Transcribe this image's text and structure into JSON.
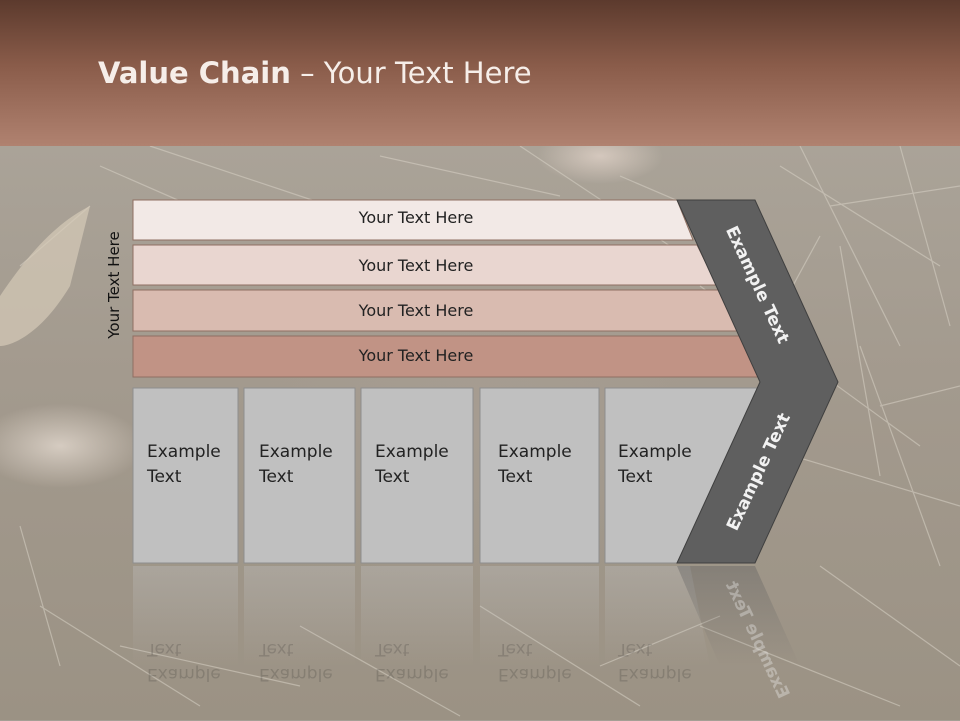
{
  "title": {
    "bold": "Value Chain",
    "rest": " – Your Text Here"
  },
  "side_label": "Your Text Here",
  "rows": [
    "Your Text Here",
    "Your Text Here",
    "Your Text Here",
    "Your Text Here"
  ],
  "columns": [
    {
      "line1": "Example",
      "line2": "Text"
    },
    {
      "line1": "Example",
      "line2": "Text"
    },
    {
      "line1": "Example",
      "line2": "Text"
    },
    {
      "line1": "Example",
      "line2": "Text"
    },
    {
      "line1": "Example",
      "line2": "Text"
    }
  ],
  "arrow": {
    "top": "Example Text",
    "bottom": "Example Text"
  },
  "colors": {
    "row1": "#f2e9e6",
    "row2": "#e9d6d0",
    "row3": "#d9bbb0",
    "row4": "#c19385",
    "column": "#c0c0c0",
    "arrow": "#5f5f5f"
  }
}
